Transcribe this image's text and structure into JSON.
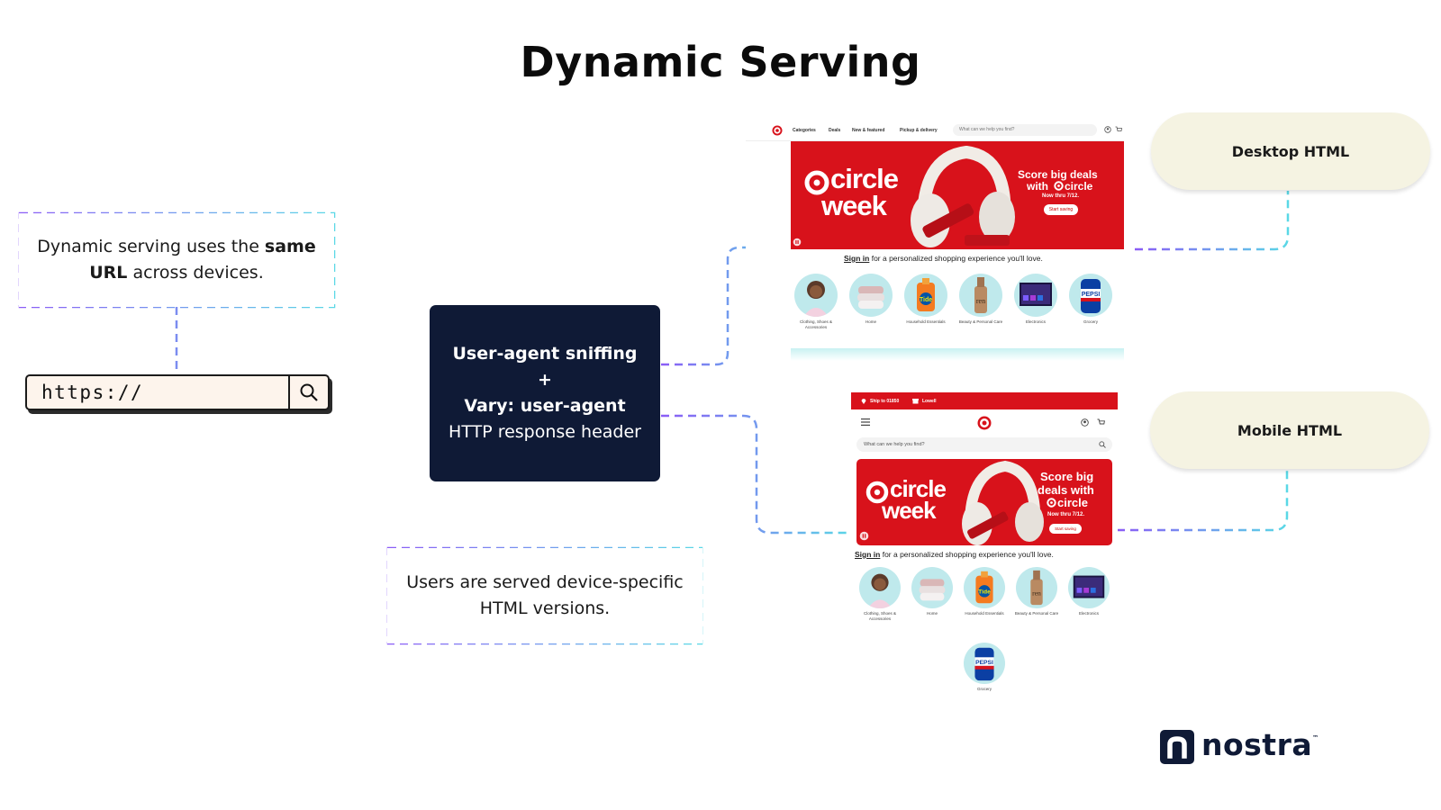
{
  "title": "Dynamic Serving",
  "note_url": {
    "pre": "Dynamic serving uses the ",
    "bold1": "same",
    "bold2": "URL",
    "post": " across devices."
  },
  "url_bar": {
    "text": "https://"
  },
  "center": {
    "line1": "User-agent sniffing",
    "line2": "+",
    "line3": "Vary: user-agent",
    "line4": "HTTP response header"
  },
  "note_users": {
    "line1": "Users are served device-specific",
    "line2": "HTML versions."
  },
  "desktop_label": "Desktop HTML",
  "mobile_label": "Mobile HTML",
  "desktop_mock": {
    "nav": [
      "Categories",
      "Deals",
      "New & featured",
      "Pickup & delivery"
    ],
    "search_placeholder": "What can we help you find?",
    "banner": {
      "brand": "circle",
      "week": "week",
      "headline1": "Score big deals",
      "headline2": "with",
      "brand_small": "circle",
      "dates": "Now thru 7/12.",
      "cta": "Start saving"
    },
    "signin_link": "Sign in",
    "signin_rest": " for a personalized shopping experience you'll love.",
    "categories": [
      "Clothing, Shoes & Accessories",
      "Home",
      "Household Essentials",
      "Beauty & Personal Care",
      "Electronics",
      "Grocery"
    ]
  },
  "mobile_mock": {
    "top_left": "Ship to 01850",
    "top_right": "Lowell",
    "search_placeholder": "What can we help you find?",
    "banner": {
      "brand": "circle",
      "week": "week",
      "headline1": "Score big",
      "headline2": "deals with",
      "brand_small": "circle",
      "dates": "Now thru 7/12.",
      "cta": "Start saving"
    },
    "signin_link": "Sign in",
    "signin_rest": " for a personalized shopping experience you'll love.",
    "categories": [
      "Clothing, Shoes & Accessories",
      "Home",
      "Household Essentials",
      "Beauty & Personal Care",
      "Electronics",
      "Grocery"
    ]
  },
  "product_text": {
    "tide": "Tide",
    "pepsi": "PEPSI",
    "bottle": "ren"
  },
  "logo": {
    "name": "nostra",
    "tm": "™"
  },
  "colors": {
    "navy": "#0f1a36",
    "purple": "#8b5cf6",
    "cyan": "#5ad8e6",
    "target_red": "#d8121b",
    "pill": "#f5f3e2"
  }
}
